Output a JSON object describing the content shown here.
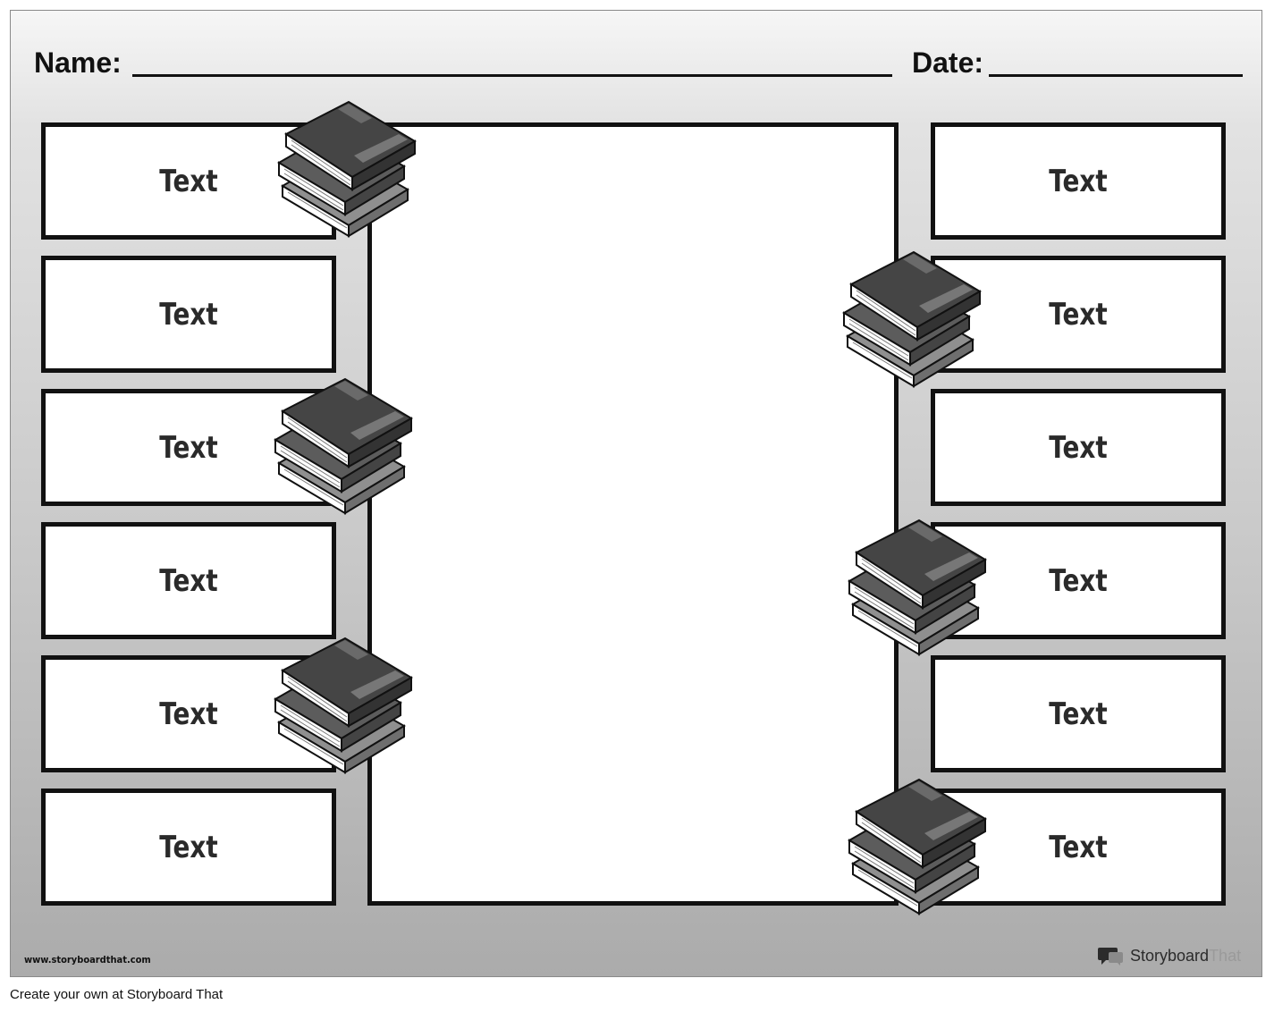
{
  "header": {
    "name_label": "Name:",
    "date_label": "Date:"
  },
  "left_boxes": [
    {
      "label": "Text"
    },
    {
      "label": "Text"
    },
    {
      "label": "Text"
    },
    {
      "label": "Text"
    },
    {
      "label": "Text"
    },
    {
      "label": "Text"
    }
  ],
  "right_boxes": [
    {
      "label": "Text"
    },
    {
      "label": "Text"
    },
    {
      "label": "Text"
    },
    {
      "label": "Text"
    },
    {
      "label": "Text"
    },
    {
      "label": "Text"
    }
  ],
  "center_panel": {
    "content": ""
  },
  "decorations": {
    "icon": "stack-of-books-icon",
    "count": 6
  },
  "footer": {
    "site_url": "www.storyboardthat.com",
    "brand_name_part1": "Storyboard",
    "brand_name_part2": "That",
    "create_text": "Create your own at Storyboard That"
  }
}
